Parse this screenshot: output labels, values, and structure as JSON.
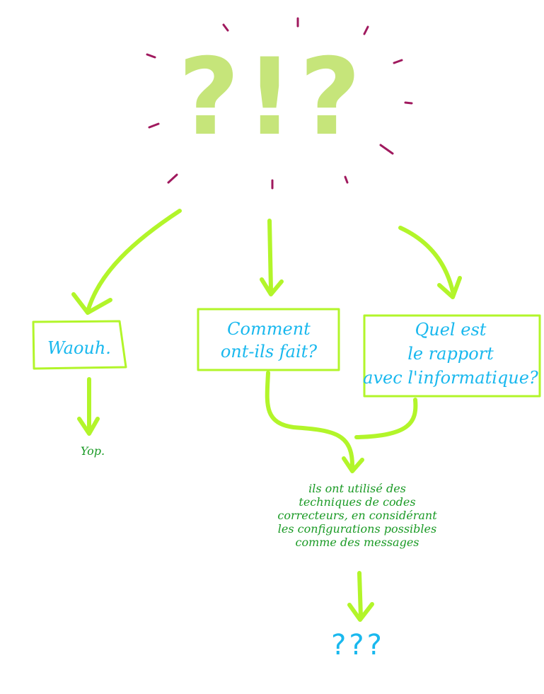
{
  "colors": {
    "green_light": "#c6e57a",
    "lime": "#b2f52a",
    "dark_green": "#1a9a25",
    "cyan": "#19b8ee",
    "magenta": "#a0195e"
  },
  "center_burst": {
    "text": "?!?"
  },
  "branches": [
    {
      "lines": [
        "Waouh."
      ]
    },
    {
      "lines": [
        "Comment",
        "ont-ils fait?"
      ]
    },
    {
      "lines": [
        "Quel est",
        "le rapport",
        "avec l'informatique?"
      ]
    }
  ],
  "yop": "Yop.",
  "answer": {
    "lines": [
      "ils ont utilisé des",
      "techniques de codes",
      "correcteurs, en considérant",
      "les configurations possibles",
      "comme des messages"
    ]
  },
  "final": "???"
}
